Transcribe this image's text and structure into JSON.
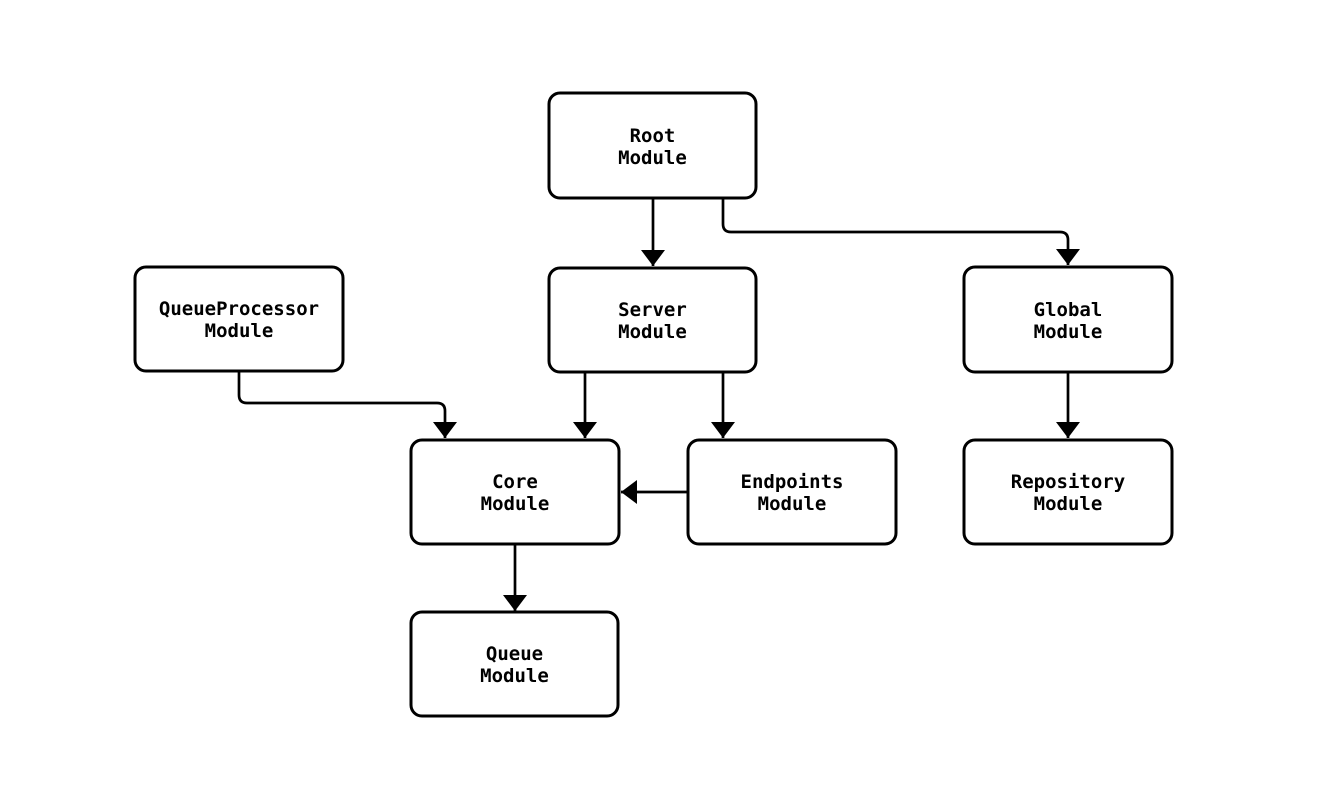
{
  "diagram": {
    "type": "flowchart",
    "colors": {
      "background": "#ffffff",
      "node_fill": "#ffffff",
      "node_border": "#000000",
      "edge": "#000000",
      "text": "#000000"
    },
    "nodes": {
      "root": {
        "label": "Root Module",
        "line1": "Root",
        "line2": "Module"
      },
      "queue_processor": {
        "label": "QueueProcessor Module",
        "line1": "QueueProcessor",
        "line2": "Module"
      },
      "server": {
        "label": "Server Module",
        "line1": "Server",
        "line2": "Module"
      },
      "global": {
        "label": "Global Module",
        "line1": "Global",
        "line2": "Module"
      },
      "core": {
        "label": "Core Module",
        "line1": "Core",
        "line2": "Module"
      },
      "endpoints": {
        "label": "Endpoints Module",
        "line1": "Endpoints",
        "line2": "Module"
      },
      "repository": {
        "label": "Repository Module",
        "line1": "Repository",
        "line2": "Module"
      },
      "queue": {
        "label": "Queue Module",
        "line1": "Queue",
        "line2": "Module"
      }
    },
    "edges": [
      {
        "from": "Root Module",
        "to": "Server Module"
      },
      {
        "from": "Root Module",
        "to": "Global Module"
      },
      {
        "from": "QueueProcessor Module",
        "to": "Core Module"
      },
      {
        "from": "Server Module",
        "to": "Core Module"
      },
      {
        "from": "Server Module",
        "to": "Endpoints Module"
      },
      {
        "from": "Endpoints Module",
        "to": "Core Module"
      },
      {
        "from": "Global Module",
        "to": "Repository Module"
      },
      {
        "from": "Core Module",
        "to": "Queue Module"
      }
    ]
  }
}
